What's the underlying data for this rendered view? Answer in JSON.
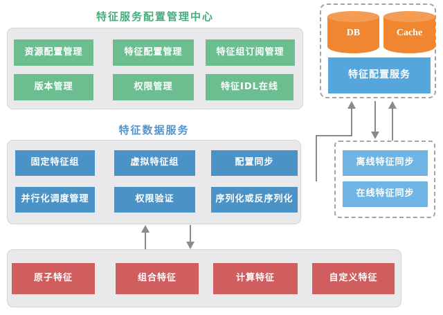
{
  "config_center": {
    "title": "特征服务配置管理中心",
    "buttons": [
      "资源配置管理",
      "特征配置管理",
      "特征组订阅管理",
      "版本管理",
      "权限管理",
      "特征IDL在线"
    ]
  },
  "data_service": {
    "title": "特征数据服务",
    "buttons": [
      "固定特征组",
      "虚拟特征组",
      "配置同步",
      "并行化调度管理",
      "权限验证",
      "序列化或反序列化"
    ]
  },
  "feature_layer": {
    "buttons": [
      "原子特征",
      "组合特征",
      "计算特征",
      "自定义特征"
    ]
  },
  "storage": {
    "db": "DB",
    "cache": "Cache",
    "service": "特征配置服务"
  },
  "sync": {
    "buttons": [
      "离线特征同步",
      "在线特征同步"
    ]
  },
  "colors": {
    "green_button": "#6CBE90",
    "green_title": "#45AE7C",
    "blue_button": "#4B92C7",
    "blue_title": "#4E94D0",
    "light_blue_button": "#6FB4E3",
    "config_service_blue": "#55A6DD",
    "red_button": "#D05E5E",
    "cylinder_orange": "#F0862F",
    "panel_gray": "#E9E9EB",
    "arrow_gray": "#8A8A8A"
  }
}
